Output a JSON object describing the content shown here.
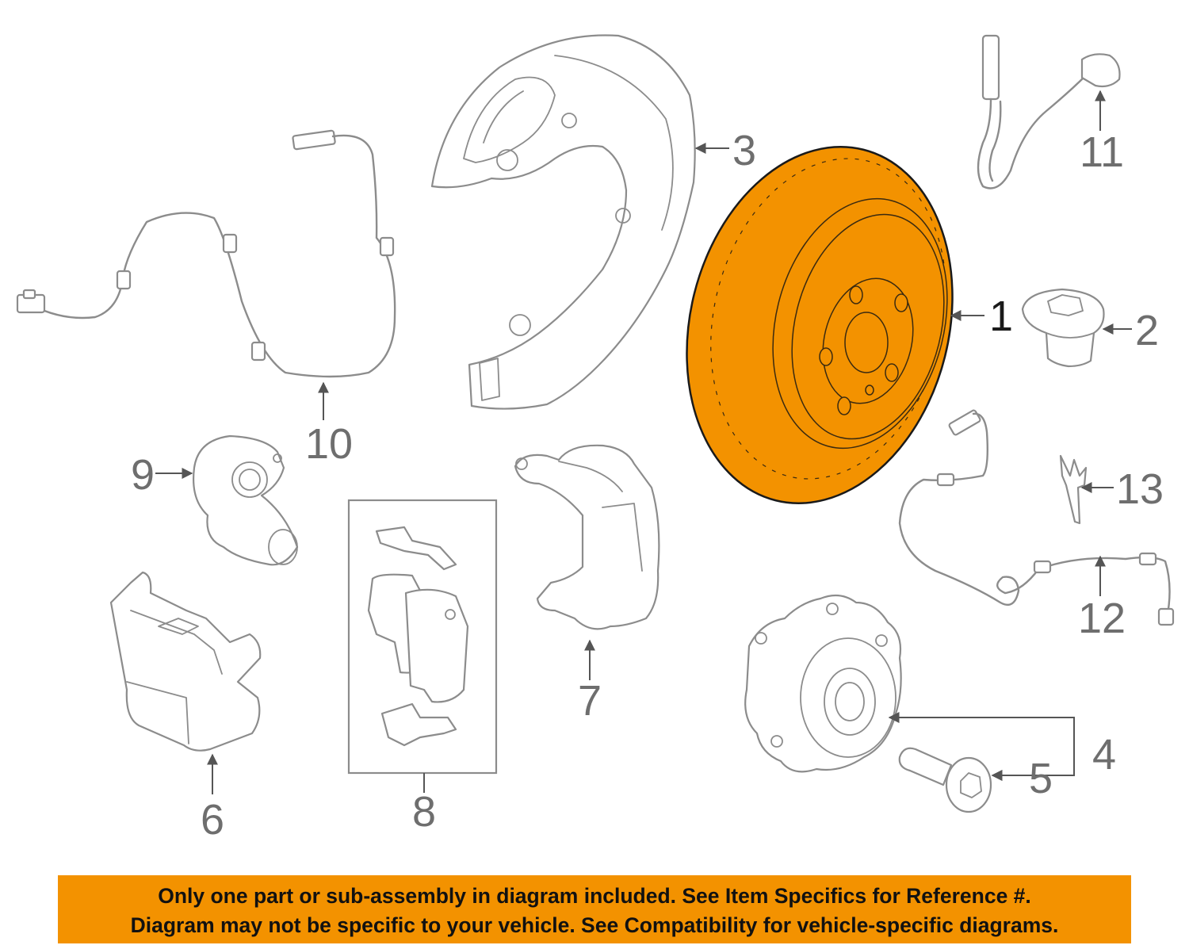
{
  "callouts": {
    "c1": "1",
    "c2": "2",
    "c3": "3",
    "c4": "4",
    "c5": "5",
    "c6": "6",
    "c7": "7",
    "c8": "8",
    "c9": "9",
    "c10": "10",
    "c11": "11",
    "c12": "12",
    "c13": "13"
  },
  "notice": {
    "line1": "Only one part or sub-assembly in diagram included. See Item Specifics for Reference #.",
    "line2": "Diagram may not be specific to your vehicle. See Compatibility for vehicle-specific diagrams."
  },
  "colors": {
    "highlight": "#f39200",
    "line_art": "#8c8c8c",
    "callout_text": "#6e6e6e"
  }
}
